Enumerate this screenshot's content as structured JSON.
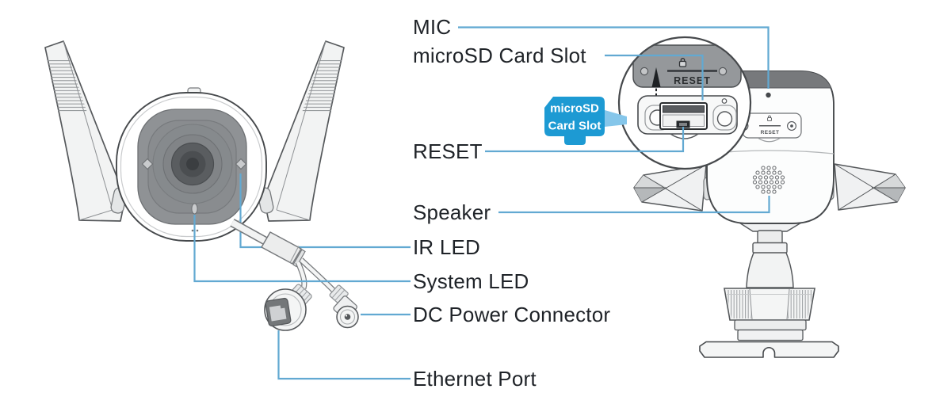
{
  "labels": {
    "mic": "MIC",
    "microsd_card_slot": "microSD Card Slot",
    "reset": "RESET",
    "speaker": "Speaker",
    "ir_led": "IR LED",
    "system_led": "System LED",
    "dc_power_connector": "DC Power Connector",
    "ethernet_port": "Ethernet Port"
  },
  "badge": {
    "line1": "microSD",
    "line2": "Card Slot"
  },
  "engravings": {
    "inset_reset": "RESET",
    "plate_reset": "RESET"
  },
  "colors": {
    "leader_line": "#62a9d2",
    "badge_blue": "#1d9ad3",
    "label_text": "#1f2328"
  }
}
